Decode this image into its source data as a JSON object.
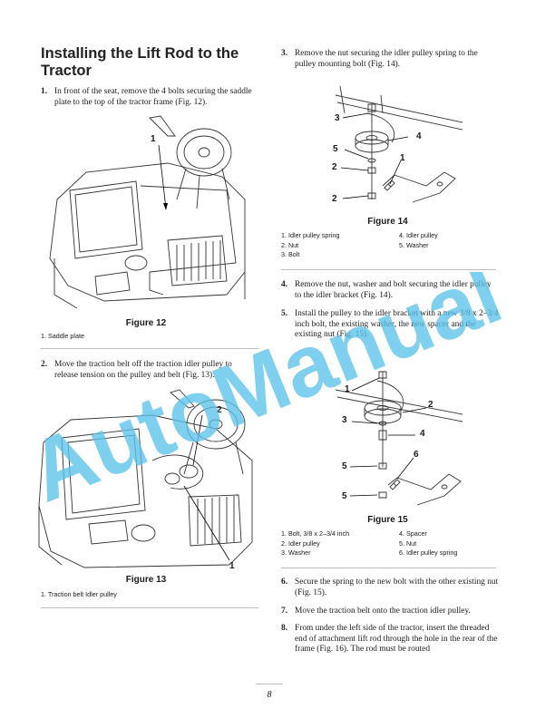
{
  "page_title": "Installing the Lift Rod to the Tractor",
  "steps": [
    {
      "num": "1.",
      "text": "In front of the seat, remove the 4 bolts securing the saddle plate to the top of the tractor frame (Fig. 12)."
    },
    {
      "num": "2.",
      "text": "Move the traction belt off the traction idler pulley to release tension on the pulley and belt (Fig. 13)."
    },
    {
      "num": "3.",
      "text": "Remove the nut securing the idler pulley spring to the pulley mounting bolt (Fig. 14)."
    },
    {
      "num": "4.",
      "text": "Remove the nut, washer and bolt securing the idler pulley to the idler bracket (Fig. 14)."
    },
    {
      "num": "5.",
      "text": "Install the pulley to the idler bracket with a new 3/8 x 2–3/4 inch bolt, the existing washer, the new spacer and the existing nut (Fig. 15)."
    },
    {
      "num": "6.",
      "text": "Secure the spring to the new bolt with the other existing nut (Fig. 15)."
    },
    {
      "num": "7.",
      "text": "Move the traction belt onto the traction idler pulley."
    },
    {
      "num": "8.",
      "text": "From under the left side of the tractor, insert the threaded end of attachment lift rod through the hole in the rear of the frame (Fig. 16). The rod must be routed"
    }
  ],
  "fig12": {
    "title": "Figure 12",
    "callouts": [
      "1"
    ],
    "legend": [
      "1.   Saddle plate"
    ]
  },
  "fig13": {
    "title": "Figure 13",
    "callouts": [
      "2",
      "1"
    ],
    "legend": [
      "1.   Traction belt Idler pulley"
    ]
  },
  "fig14": {
    "title": "Figure 14",
    "callouts": [
      "3",
      "4",
      "5",
      "1",
      "2",
      "2"
    ],
    "legend_left": [
      "1.   Idler pulley spring",
      "2.   Nut",
      "3.   Bolt"
    ],
    "legend_right": [
      "4.   Idler pulley",
      "5.   Washer"
    ]
  },
  "fig15": {
    "title": "Figure 15",
    "callouts": [
      "1",
      "2",
      "3",
      "4",
      "6",
      "5",
      "5"
    ],
    "legend_left": [
      "1.   Bolt, 3/8 x 2–3/4 inch",
      "2.   Idler pulley",
      "3.   Washer"
    ],
    "legend_right": [
      "4.   Spacer",
      "5.   Nut",
      "6.   Idler pulley spring"
    ]
  },
  "watermark": "AutoManual",
  "page_number": "8",
  "colors": {
    "watermark": "#5bc3ea",
    "rule": "#bdbdbd",
    "text": "#1a1a1a"
  }
}
